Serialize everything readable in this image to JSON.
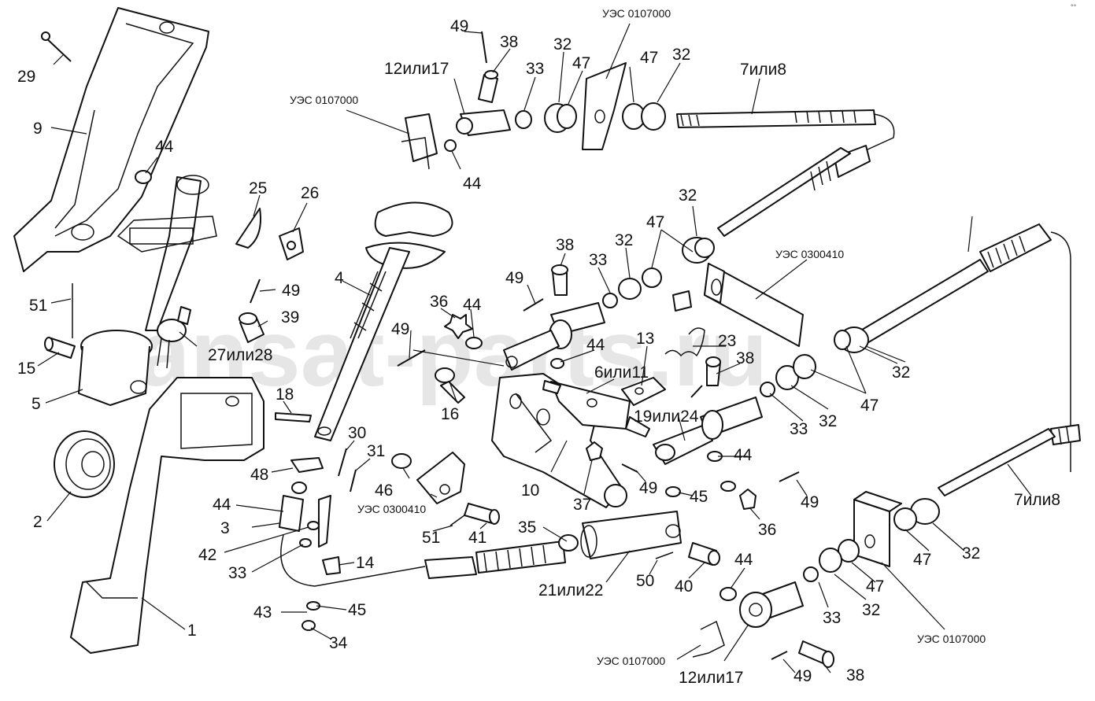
{
  "watermark": "ansat-parts.ru",
  "corner_mark": "°°",
  "assembly_codes": [
    "УЭС 0107000",
    "УЭС 0300410"
  ],
  "part_callouts": [
    "1",
    "2",
    "3",
    "4",
    "5",
    "9",
    "10",
    "13",
    "14",
    "15",
    "16",
    "18",
    "25",
    "26",
    "29",
    "30",
    "31",
    "33",
    "34",
    "35",
    "36",
    "37",
    "38",
    "39",
    "40",
    "41",
    "42",
    "43",
    "44",
    "45",
    "46",
    "47",
    "48",
    "49",
    "50",
    "51",
    "32",
    "12или17",
    "7или8",
    "6или11",
    "19или24",
    "21или22",
    "23",
    "27или28"
  ],
  "icons": [
    "shift-lever-body-icon",
    "steering-column-icon",
    "shift-rod-icon",
    "tie-rod-icon",
    "bracket-icon",
    "clevis-icon",
    "nut-icon",
    "washer-icon",
    "cable-icon",
    "pin-icon"
  ]
}
